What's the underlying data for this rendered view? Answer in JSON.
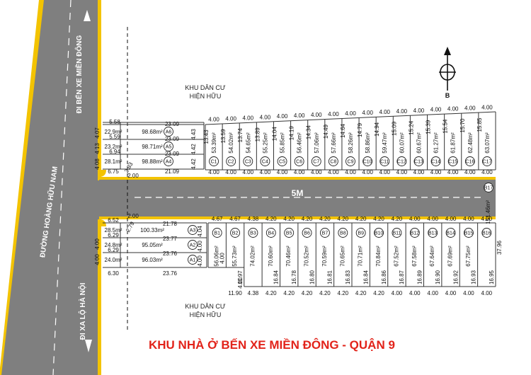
{
  "title": "KHU NHÀ Ở BẾN XE MIỀN ĐÔNG - QUẬN 9",
  "colors": {
    "road": "#7f7f7f",
    "roadEdge": "#f3c300",
    "title": "#e2231a",
    "lotLine": "#333333"
  },
  "roads": {
    "main_name": "ĐƯỜNG HOÀNG HỮU NAM",
    "to_top": "ĐI BẾN XE MIỀN ĐÔNG",
    "to_bottom": "ĐI XA LỘ HÀ NỘI",
    "internal": "5M"
  },
  "areas": {
    "top": "KHU DÂN CƯ\nHIỆN HỮU",
    "bottom": "KHU DÂN CƯ\nHIỆN HỮU"
  },
  "north_label": "B",
  "top_corner": [
    {
      "id": "A6",
      "front": "22.9m²",
      "area": "98.68m²",
      "left": "5.58",
      "mid": "23.09",
      "right": "4.43"
    },
    {
      "id": "A5",
      "front": "23.2m²",
      "area": "98.71m²",
      "left": "5.59",
      "mid": "23.09",
      "right": "4.42"
    },
    {
      "id": "A4",
      "front": "28.1m²",
      "area": "98.88m²",
      "left": "6.94",
      "mid": "23.09",
      "right": "4.42"
    }
  ],
  "top_corner_extra": {
    "left_bottom": "6.75",
    "mid_bottom": "21.09",
    "side1": "4.07",
    "side2": "4.13",
    "side3": "4.08",
    "diag": "2.83",
    "cut": "2.00"
  },
  "top_row": [
    {
      "id": "C1",
      "area": "53.39m²",
      "left": "13.43"
    },
    {
      "id": "C2",
      "area": "54.02m²",
      "left": "13.59"
    },
    {
      "id": "C3",
      "area": "54.65m²",
      "left": "13.74"
    },
    {
      "id": "C4",
      "area": "55.25m²",
      "left": "13.89"
    },
    {
      "id": "C5",
      "area": "55.85m²",
      "left": "14.04"
    },
    {
      "id": "C6",
      "area": "56.46m²",
      "left": "14.19"
    },
    {
      "id": "C7",
      "area": "57.06m²",
      "left": "14.34"
    },
    {
      "id": "C8",
      "area": "57.66m²",
      "left": "14.49"
    },
    {
      "id": "C9",
      "area": "58.26m²",
      "left": "14.64"
    },
    {
      "id": "C10",
      "area": "58.86m²",
      "left": "14.79"
    },
    {
      "id": "C11",
      "area": "59.47m²",
      "left": "14.94"
    },
    {
      "id": "C12",
      "area": "60.07m²",
      "left": "15.09"
    },
    {
      "id": "C13",
      "area": "60.67m²",
      "left": "15.24"
    },
    {
      "id": "C14",
      "area": "61.27m²",
      "left": "15.39"
    },
    {
      "id": "C15",
      "area": "61.87m²",
      "left": "15.54"
    },
    {
      "id": "C16",
      "area": "62.48m²",
      "left": "15.70"
    },
    {
      "id": "C17",
      "area": "63.07m²",
      "left": "15.85"
    }
  ],
  "top_row_width": "4.00",
  "bottom_corner": [
    {
      "id": "A3",
      "front": "28.5m²",
      "area": "100.33m²",
      "left": "6.52",
      "mid": "21.78",
      "right": "4.04"
    },
    {
      "id": "A2",
      "front": "24.8m²",
      "area": "95.05m²",
      "left": "6.29",
      "mid": "23.77",
      "right": "4.00"
    },
    {
      "id": "A1",
      "front": "24.0m²",
      "area": "96.03m²",
      "left": "6.29",
      "mid": "23.76",
      "right": "4.00"
    }
  ],
  "bottom_corner_extra": {
    "left_bottom": "6.30",
    "mid_bottom": "23.76",
    "side1": "4.00",
    "side2": "4.00",
    "diag": "2.79",
    "cut": "2.00"
  },
  "bottom_row": [
    {
      "id": "B1",
      "area": "56.06m²",
      "top": "4.67",
      "right": "",
      "bottom": ""
    },
    {
      "id": "B2",
      "area": "55.73m²",
      "top": "4.67",
      "right": "11.97",
      "bottom": "11.90"
    },
    {
      "id": "B3",
      "area": "74.02m²",
      "top": "4.38",
      "right": "",
      "bottom": "4.38"
    },
    {
      "id": "B4",
      "area": "70.60m²",
      "top": "4.20",
      "right": "16.84",
      "bottom": "4.20"
    },
    {
      "id": "B5",
      "area": "70.46m²",
      "top": "4.20",
      "right": "16.78",
      "bottom": "4.20"
    },
    {
      "id": "B6",
      "area": "70.52m²",
      "top": "4.20",
      "right": "16.80",
      "bottom": "4.20"
    },
    {
      "id": "B7",
      "area": "70.59m²",
      "top": "4.20",
      "right": "16.81",
      "bottom": "4.20"
    },
    {
      "id": "B8",
      "area": "70.65m²",
      "top": "4.20",
      "right": "16.83",
      "bottom": "4.20"
    },
    {
      "id": "B9",
      "area": "70.71m²",
      "top": "4.20",
      "right": "16.84",
      "bottom": "4.20"
    },
    {
      "id": "B10",
      "area": "70.84m²",
      "top": "4.20",
      "right": "16.86",
      "bottom": "4.20"
    },
    {
      "id": "B11",
      "area": "67.52m²",
      "top": "4.20",
      "right": "16.87",
      "bottom": "4.00"
    },
    {
      "id": "B12",
      "area": "67.58m²",
      "top": "4.00",
      "right": "16.89",
      "bottom": "4.00"
    },
    {
      "id": "B13",
      "area": "67.64m²",
      "top": "4.00",
      "right": "16.90",
      "bottom": "4.00"
    },
    {
      "id": "B14",
      "area": "67.69m²",
      "top": "4.00",
      "right": "16.92",
      "bottom": "4.00"
    },
    {
      "id": "B15",
      "area": "67.75m²",
      "top": "4.00",
      "right": "16.93",
      "bottom": "4.00"
    },
    {
      "id": "B16",
      "area": "",
      "top": "4.00",
      "right": "16.95",
      "bottom": "4.00"
    }
  ],
  "b17": {
    "id": "B17",
    "area": "151.46m²",
    "side": "37.96"
  },
  "bottom_misc": {
    "b1_right": "4.00",
    "b2_mid": "4.00"
  }
}
